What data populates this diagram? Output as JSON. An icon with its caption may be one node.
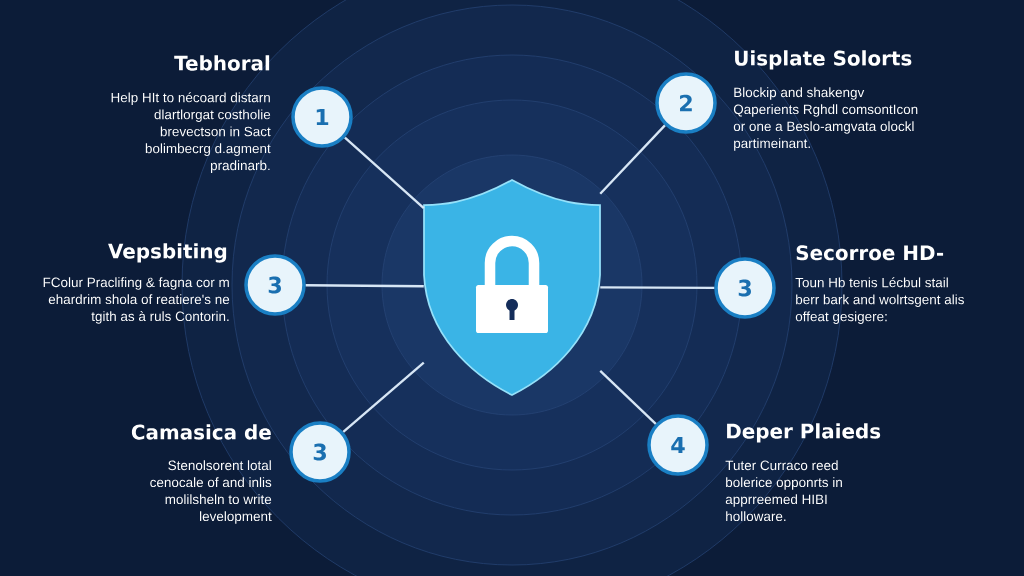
{
  "diagram": {
    "nodes": [
      {
        "text": [
          "1"
        ],
        "beside": [
          "Tebhoral",
          "Help HIt to nécoard distarn dlartlorgat costholie brevectson in Sact bolimbecrg d.agment pradinarb."
        ]
      },
      {
        "text": [
          "2"
        ],
        "beside": [
          "Uisplate Solorts",
          "Blockip and shakengv Qaperients Rghdl comsontIcon or one a Beslo-amgvata olockl partimeinant."
        ]
      },
      {
        "text": [
          "3"
        ],
        "beside": [
          "Vepsbiting",
          "FColur Praclifing & fagna cor m ehardrim shola of reatiere's ne tgith as à ruls Contorin."
        ]
      },
      {
        "text": [],
        "shape": "shield"
      },
      {
        "text": [
          "3"
        ],
        "beside": [
          "Secorroe HD-",
          "Toun Hb tenis Lécbul stail berr bark and wolrtsgent alis offeat gesigere:"
        ]
      },
      {
        "text": [
          "3"
        ],
        "beside": [
          "Camasica de",
          "Stenolsorent lotal cenocale of and inlis molilsheln to write levelopment"
        ]
      },
      {
        "text": [
          "4"
        ],
        "beside": [
          "Deper Plaieds",
          "Tuter Curraco reed bolerice opponrts in apprreemed HIBI holloware."
        ]
      }
    ],
    "edges": [
      {
        "from": 0,
        "to": 3,
        "arrow": "none"
      },
      {
        "from": 1,
        "to": 3,
        "arrow": "none"
      },
      {
        "from": 2,
        "to": 3,
        "arrow": "none"
      },
      {
        "from": 4,
        "to": 3,
        "arrow": "none"
      },
      {
        "from": 5,
        "to": 3,
        "arrow": "none"
      },
      {
        "from": 6,
        "to": 3,
        "arrow": "none"
      }
    ]
  }
}
